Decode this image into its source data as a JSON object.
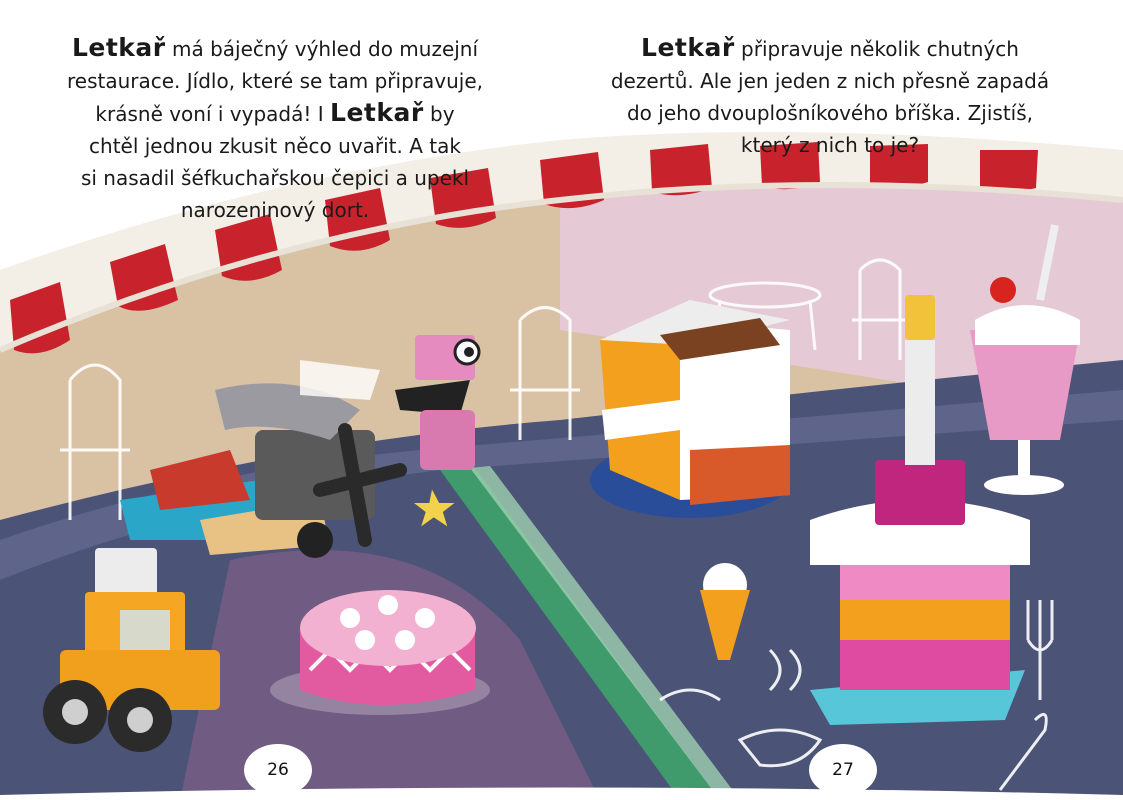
{
  "left_page": {
    "paragraph": [
      {
        "bold": "Letkař",
        "text": " má báječný výhled do muzejní"
      },
      {
        "bold": "",
        "text": "restaurace. Jídlo, které se tam připravuje,"
      },
      {
        "bold": "",
        "text": "krásně voní i vypadá! I ",
        "bold2": "Letkař",
        "text2": " by"
      },
      {
        "bold": "",
        "text": "chtěl jednou zkusit něco uvařit. A tak"
      },
      {
        "bold": "",
        "text": "si nasadil šéfkuchařskou čepici a upekl"
      },
      {
        "bold": "",
        "text": "narozeninový dort."
      }
    ],
    "page_number": "26"
  },
  "right_page": {
    "paragraph": [
      {
        "bold": "Letkař",
        "text": " připravuje několik chutných"
      },
      {
        "bold": "",
        "text": "dezertů. Ale jen jeden z nich přesně zapadá"
      },
      {
        "bold": "",
        "text": "do jeho dvouplošníkového bříška. Zjistíš,"
      },
      {
        "bold": "",
        "text": "který z nich to je?"
      }
    ],
    "page_number": "27"
  },
  "colors": {
    "awning_red": "#c8232c",
    "floor": "#4a5274",
    "wall": "#d8c3a8",
    "sky_pink": "#e7c8da",
    "cake_pink": "#e06aa4",
    "orange": "#f2a01e",
    "blue_plate": "#2a4d9a"
  },
  "illustrations": [
    "awning",
    "plane-character",
    "pink-bird",
    "tractor",
    "pink-cake",
    "layer-cake",
    "tower-cake",
    "milkshake",
    "ice-cream-cone",
    "cafe-chairs"
  ]
}
